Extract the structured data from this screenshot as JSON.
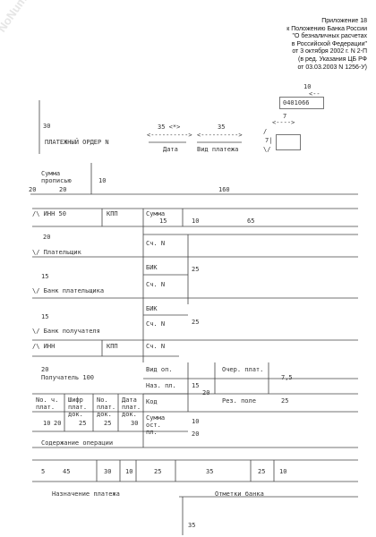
{
  "watermark": "NoNumber.ru",
  "header": {
    "lines": [
      "Приложение 18",
      "к Положению Банка России",
      "\"О безналичных расчетах",
      "в Российской Федерации\"",
      "от 3 октября 2002 г. N 2-П",
      "(в ред. Указания ЦБ РФ",
      "от 03.03.2003 N 1256-У)"
    ]
  },
  "form_code": "0401066",
  "top": {
    "n10": "10",
    "arrow_short": "<--",
    "n7": "7",
    "arrow_7": "<---->",
    "slash_top": "/",
    "bracket_mark": "7|",
    "slash_bot": "\\/"
  },
  "title": {
    "n30": "30",
    "label": "ПЛАТЕЖНЫЙ ОРДЕР N",
    "date_dim": "35 <*>",
    "date_arrow": "<---------->",
    "date_label": "Дата",
    "vid_dim": "35",
    "vid_arrow": "<---------->",
    "vid_label": "Вид платежа"
  },
  "summa_propisyu": {
    "label1": "Сумма",
    "label2": "прописью",
    "n10": "10",
    "n20": "20",
    "n20b": "20",
    "n160": "160"
  },
  "fields": {
    "inn_left": "/\\ ИНН    50",
    "kpp": "КПП",
    "summa": "Сумма",
    "n15": "15",
    "n10": "10",
    "n65": "65",
    "n20": "20",
    "sch_n": "Сч. N",
    "platelshchik": "\\/ Плательщик",
    "bik": "БИК",
    "n25": "25",
    "n15b": "15",
    "bank_plat": "\\/ Банк плательщика",
    "bik2": "БИК",
    "n15c": "15",
    "sch_n3": "Сч. N",
    "bank_pol": "\\/ Банк получателя",
    "inn2": "/\\ ИНН",
    "kpp2": "КПП",
    "sch_n4": "Сч. N",
    "n20b": "20",
    "poluchatel": "Получатель     100",
    "vid_op": "Вид оп.",
    "naz_pl": "Наз. пл.",
    "kod": "Код",
    "n15d": "15",
    "n20c": "20",
    "ocher": "Очер. плат.",
    "n75": "7,5",
    "rez_pole": "Рез. поле",
    "n25b": "25"
  },
  "partial": {
    "col1": [
      "No. ч.",
      "плат."
    ],
    "col2": [
      "Шифр",
      "плат.",
      "док."
    ],
    "col3": [
      "No.",
      "плат.",
      "док."
    ],
    "col4": [
      "Дата",
      "плат.",
      "док."
    ],
    "nums": [
      "10",
      "20",
      "25",
      "25",
      "30"
    ],
    "summa_ost": [
      "Сумма",
      "ост.",
      "пл."
    ],
    "n10": "10",
    "n20": "20",
    "soderzhanie": "Содержание операции"
  },
  "bottom": {
    "n5": "5",
    "n45": "45",
    "n30": "30",
    "n10": "10",
    "n25": "25",
    "n35": "35",
    "n25b": "25",
    "n10b": "10",
    "naznachenie": "Назначение платежа",
    "otmetki": "Отметки банка",
    "n35b": "35"
  }
}
